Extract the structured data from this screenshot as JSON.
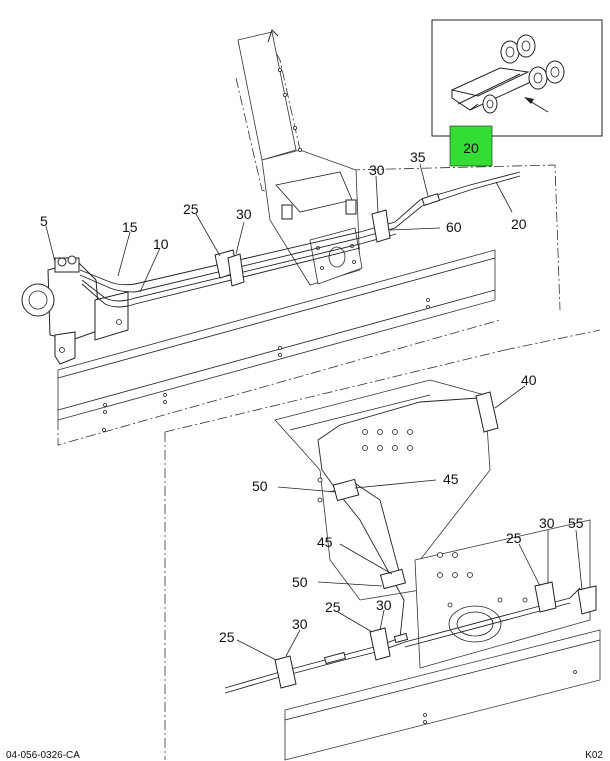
{
  "highlight": {
    "label": "20",
    "color": "#33dd33"
  },
  "callouts": {
    "c5": "5",
    "c15": "15",
    "c10": "10",
    "c25a": "25",
    "c30a": "30",
    "c30b": "30",
    "c35": "35",
    "c60": "60",
    "c20": "20",
    "c40": "40",
    "c50a": "50",
    "c45a": "45",
    "c45b": "45",
    "c50b": "50",
    "c25b": "25",
    "c30c": "30",
    "c55": "55",
    "c25c": "25",
    "c30d": "30",
    "c25d": "25",
    "c30e": "30"
  },
  "footer": {
    "left": "04-056-0326-CA",
    "right": "K02"
  }
}
